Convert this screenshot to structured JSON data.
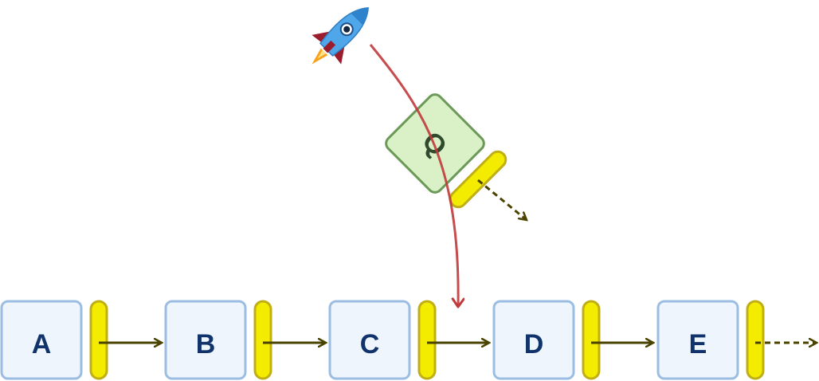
{
  "nodes": [
    {
      "label": "A"
    },
    {
      "label": "B"
    },
    {
      "label": "C"
    },
    {
      "label": "D"
    },
    {
      "label": "E"
    }
  ],
  "floating_node": {
    "label": "Q"
  },
  "colors": {
    "node_fill": "#eef5fd",
    "node_stroke": "#9bbde2",
    "node_text": "#10336b",
    "pointer_fill": "#f4ec00",
    "pointer_stroke": "#bfae15",
    "arrow": "#4a4300",
    "floating_fill": "#d7f0c3",
    "floating_stroke": "#6b9a58",
    "trajectory": "#c0393b"
  },
  "icons": [
    "rocket-icon"
  ]
}
